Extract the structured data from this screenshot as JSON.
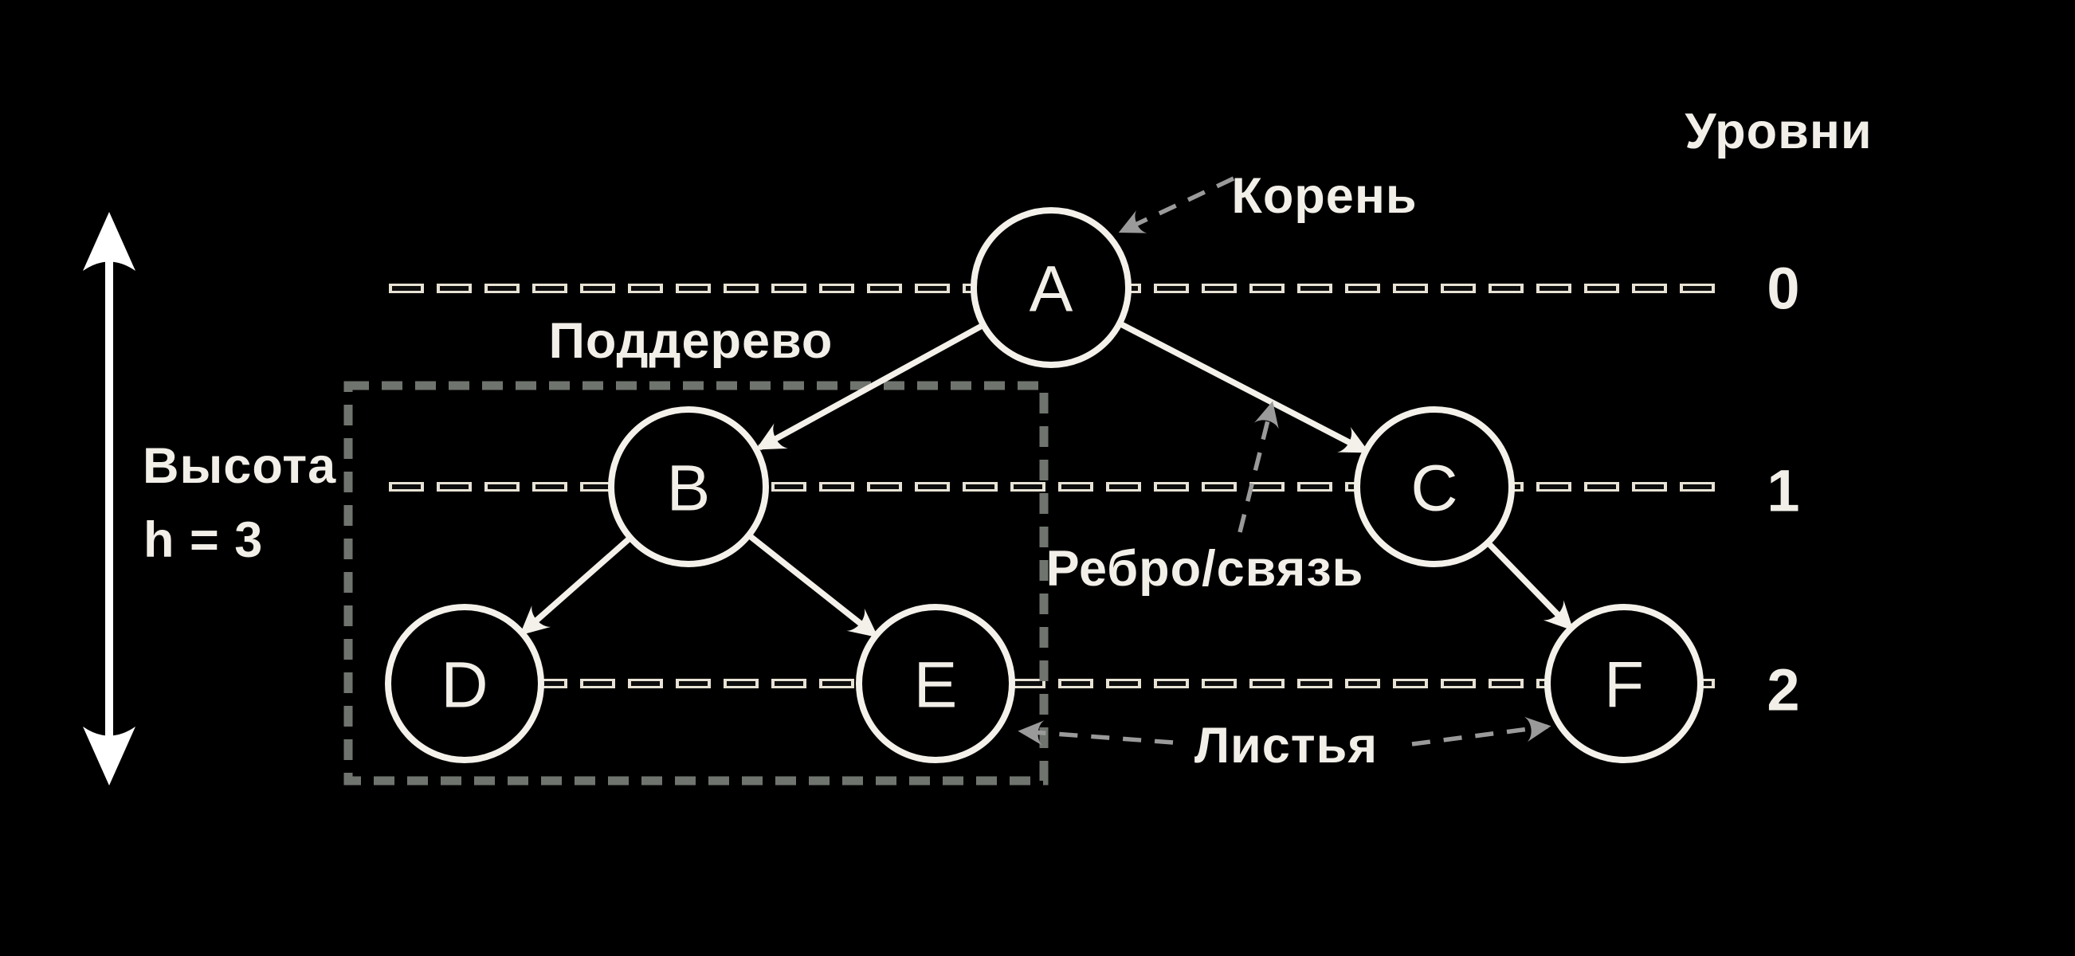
{
  "figure": {
    "background": "#000000",
    "levels_title": "Уровни",
    "level_labels": [
      "0",
      "1",
      "2"
    ],
    "height_label": {
      "line1": "Высота",
      "line2": "h = 3"
    },
    "annotations": {
      "root": "Корень",
      "subtree": "Поддерево",
      "edge": "Ребро/связь",
      "leaves": "Листья"
    },
    "nodes": [
      {
        "id": "A",
        "level": 0
      },
      {
        "id": "B",
        "level": 1
      },
      {
        "id": "C",
        "level": 1
      },
      {
        "id": "D",
        "level": 2
      },
      {
        "id": "E",
        "level": 2
      },
      {
        "id": "F",
        "level": 2
      }
    ],
    "edges": [
      {
        "from": "A",
        "to": "B"
      },
      {
        "from": "A",
        "to": "C"
      },
      {
        "from": "B",
        "to": "D"
      },
      {
        "from": "B",
        "to": "E"
      },
      {
        "from": "C",
        "to": "F"
      }
    ],
    "height_value": 3,
    "colors": {
      "background": "#000000",
      "node_stroke": "#f4f1ea",
      "text": "#f2efe8",
      "level_dash_outline": "#e7e2d4",
      "level_dash_core": "#0d0d0d",
      "annotation_gray": "#9a9a9a",
      "subtree_box_gray": "#6f756e"
    }
  }
}
